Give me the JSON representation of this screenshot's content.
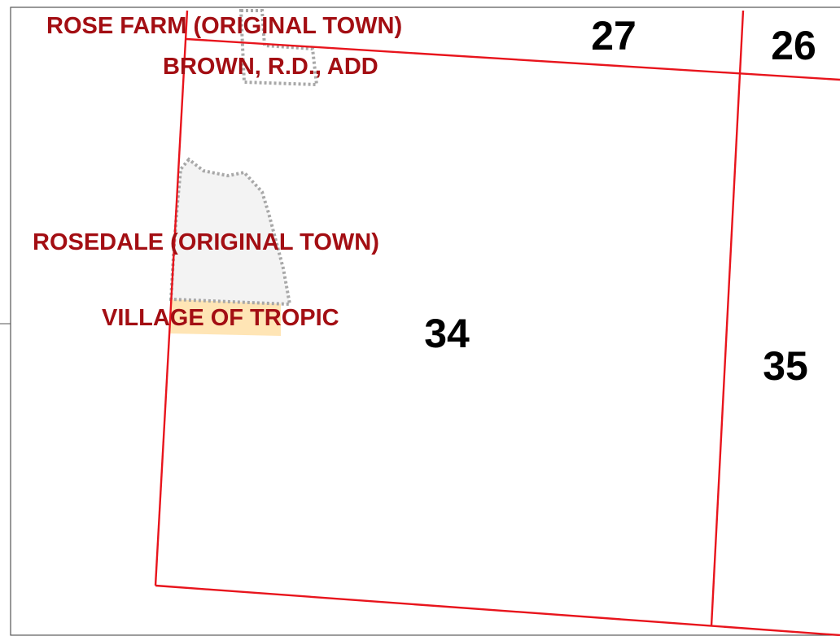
{
  "map": {
    "section_numbers": [
      {
        "id": "27",
        "label": "27"
      },
      {
        "id": "26",
        "label": "26"
      },
      {
        "id": "34",
        "label": "34"
      },
      {
        "id": "35",
        "label": "35"
      }
    ],
    "place_labels": [
      {
        "id": "rose-farm",
        "label": "ROSE FARM (ORIGINAL TOWN)"
      },
      {
        "id": "brown-rd-add",
        "label": "BROWN, R.D., ADD"
      },
      {
        "id": "rosedale",
        "label": "ROSEDALE (ORIGINAL TOWN)"
      },
      {
        "id": "village-of-tropic",
        "label": "VILLAGE OF TROPIC"
      }
    ],
    "colors": {
      "section_line": "#e8141c",
      "label_text": "#a30e13",
      "subdivision_outline": "#a8a8a8",
      "subdivision_fill": "#f3f3f3",
      "village_fill": "#ffe2ad",
      "frame": "#555555"
    }
  }
}
